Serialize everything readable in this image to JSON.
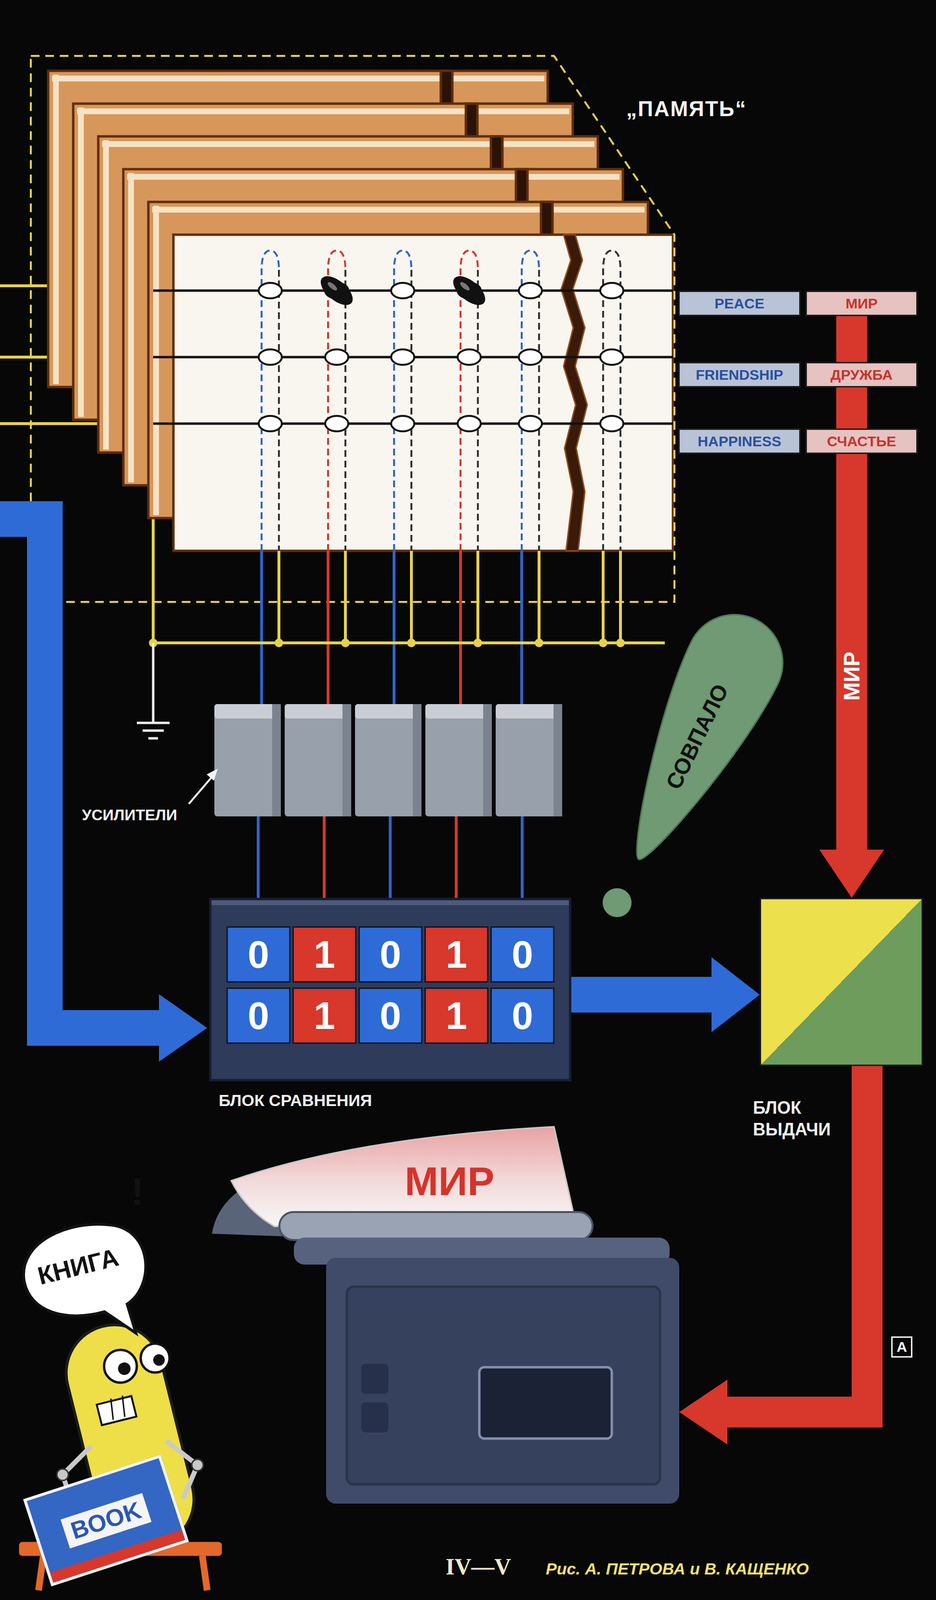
{
  "diagram": {
    "caption": "Рис. А. ПЕТРОВА и В. КАЩЕНКО",
    "nodes": [
      {
        "text": [
          "„ПАМЯТЬ“"
        ]
      },
      {
        "text": [
          "PEACE"
        ]
      },
      {
        "text": [
          "МИР"
        ]
      },
      {
        "text": [
          "FRIENDSHIP"
        ]
      },
      {
        "text": [
          "ДРУЖБА"
        ]
      },
      {
        "text": [
          "HAPPINESS"
        ]
      },
      {
        "text": [
          "СЧАСТЬЕ"
        ]
      },
      {
        "text": [
          "СОВПАЛО"
        ]
      },
      {
        "text": [
          "БЛОК СРАВНЕНИЯ"
        ]
      },
      {
        "text": [
          "0"
        ],
        "in": 8
      },
      {
        "text": [
          "1"
        ],
        "in": 8
      },
      {
        "text": [
          "0"
        ],
        "in": 8
      },
      {
        "text": [
          "1"
        ],
        "in": 8
      },
      {
        "text": [
          "0"
        ],
        "in": 8
      },
      {
        "text": [
          "0"
        ],
        "in": 8
      },
      {
        "text": [
          "1"
        ],
        "in": 8
      },
      {
        "text": [
          "0"
        ],
        "in": 8
      },
      {
        "text": [
          "1"
        ],
        "in": 8
      },
      {
        "text": [
          "0"
        ],
        "in": 8
      },
      {
        "text": [
          "БЛОК ВЫДАЧИ"
        ]
      },
      {
        "text": [
          "КНИГА",
          "!"
        ]
      },
      {
        "text": [
          "МИР"
        ]
      },
      {
        "text": [
          "BOOK"
        ]
      }
    ],
    "edges": [
      {
        "from": 2,
        "to": 4,
        "arrow": "none"
      },
      {
        "from": 4,
        "to": 6,
        "arrow": "none"
      },
      {
        "from": 6,
        "to": 19,
        "label": "МИР",
        "arrow": "to"
      },
      {
        "from": 8,
        "to": 19,
        "arrow": "to"
      },
      {
        "from": 19,
        "to": 21,
        "arrow": "to"
      }
    ],
    "labels": [
      "УСИЛИТЕЛИ",
      "IV—V",
      "А"
    ]
  }
}
